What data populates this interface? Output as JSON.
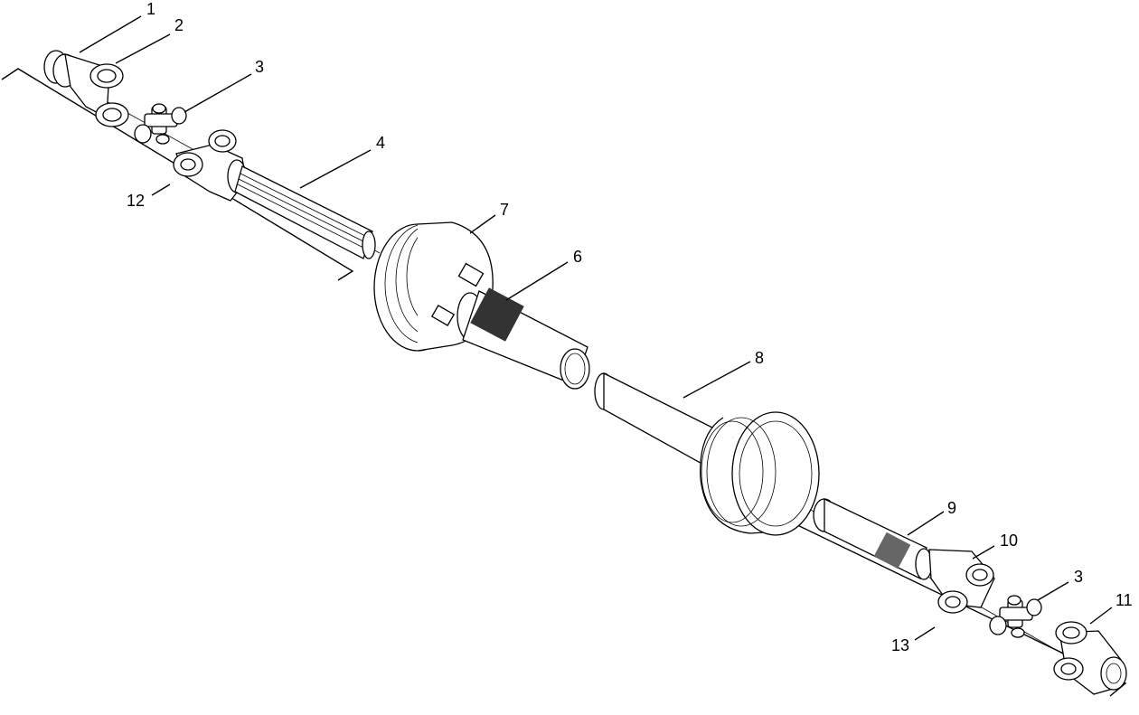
{
  "diagram": {
    "callouts": [
      {
        "id": "c1",
        "label": "1"
      },
      {
        "id": "c2",
        "label": "2"
      },
      {
        "id": "c3a",
        "label": "3"
      },
      {
        "id": "c4",
        "label": "4"
      },
      {
        "id": "c7",
        "label": "7"
      },
      {
        "id": "c6",
        "label": "6"
      },
      {
        "id": "c12",
        "label": "12"
      },
      {
        "id": "c8",
        "label": "8"
      },
      {
        "id": "c9",
        "label": "9"
      },
      {
        "id": "c10",
        "label": "10"
      },
      {
        "id": "c3b",
        "label": "3"
      },
      {
        "id": "c11",
        "label": "11"
      },
      {
        "id": "c13",
        "label": "13"
      }
    ]
  }
}
